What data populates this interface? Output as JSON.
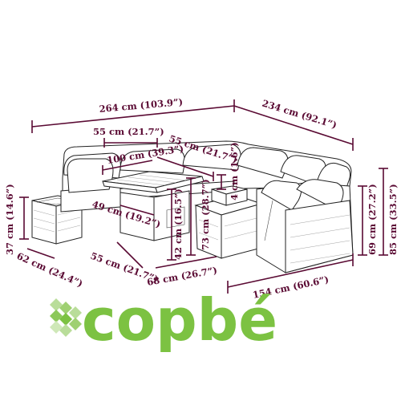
{
  "dimensions": {
    "total_length": "264 cm (103.9”)",
    "total_depth": "234 cm (92.1”)",
    "table_width": "55 cm (21.7”)",
    "table_length": "100 cm (39.3”)",
    "seat_width": "55 cm (21.7”)",
    "cushion_thickness": "4 cm (1.6”)",
    "table_depth": "49 cm (19.2”)",
    "table_min_height": "42 cm (16.5”)",
    "table_max_height": "73 cm (28.7”)",
    "seat_height": "37 cm (14.6”)",
    "ottoman_width": "62 cm (24.4”)",
    "module_width": "55 cm (21.7”)",
    "module_depth": "68 cm (26.7”)",
    "sofa_depth": "154 cm (60.6”)",
    "armrest_height": "69 cm (27.2”)",
    "back_height": "85 cm (33.5”)"
  },
  "logo": {
    "text": "copbé",
    "color": "#7cc242"
  },
  "colors": {
    "dimension": "#5a0a33",
    "outline": "#222222"
  }
}
